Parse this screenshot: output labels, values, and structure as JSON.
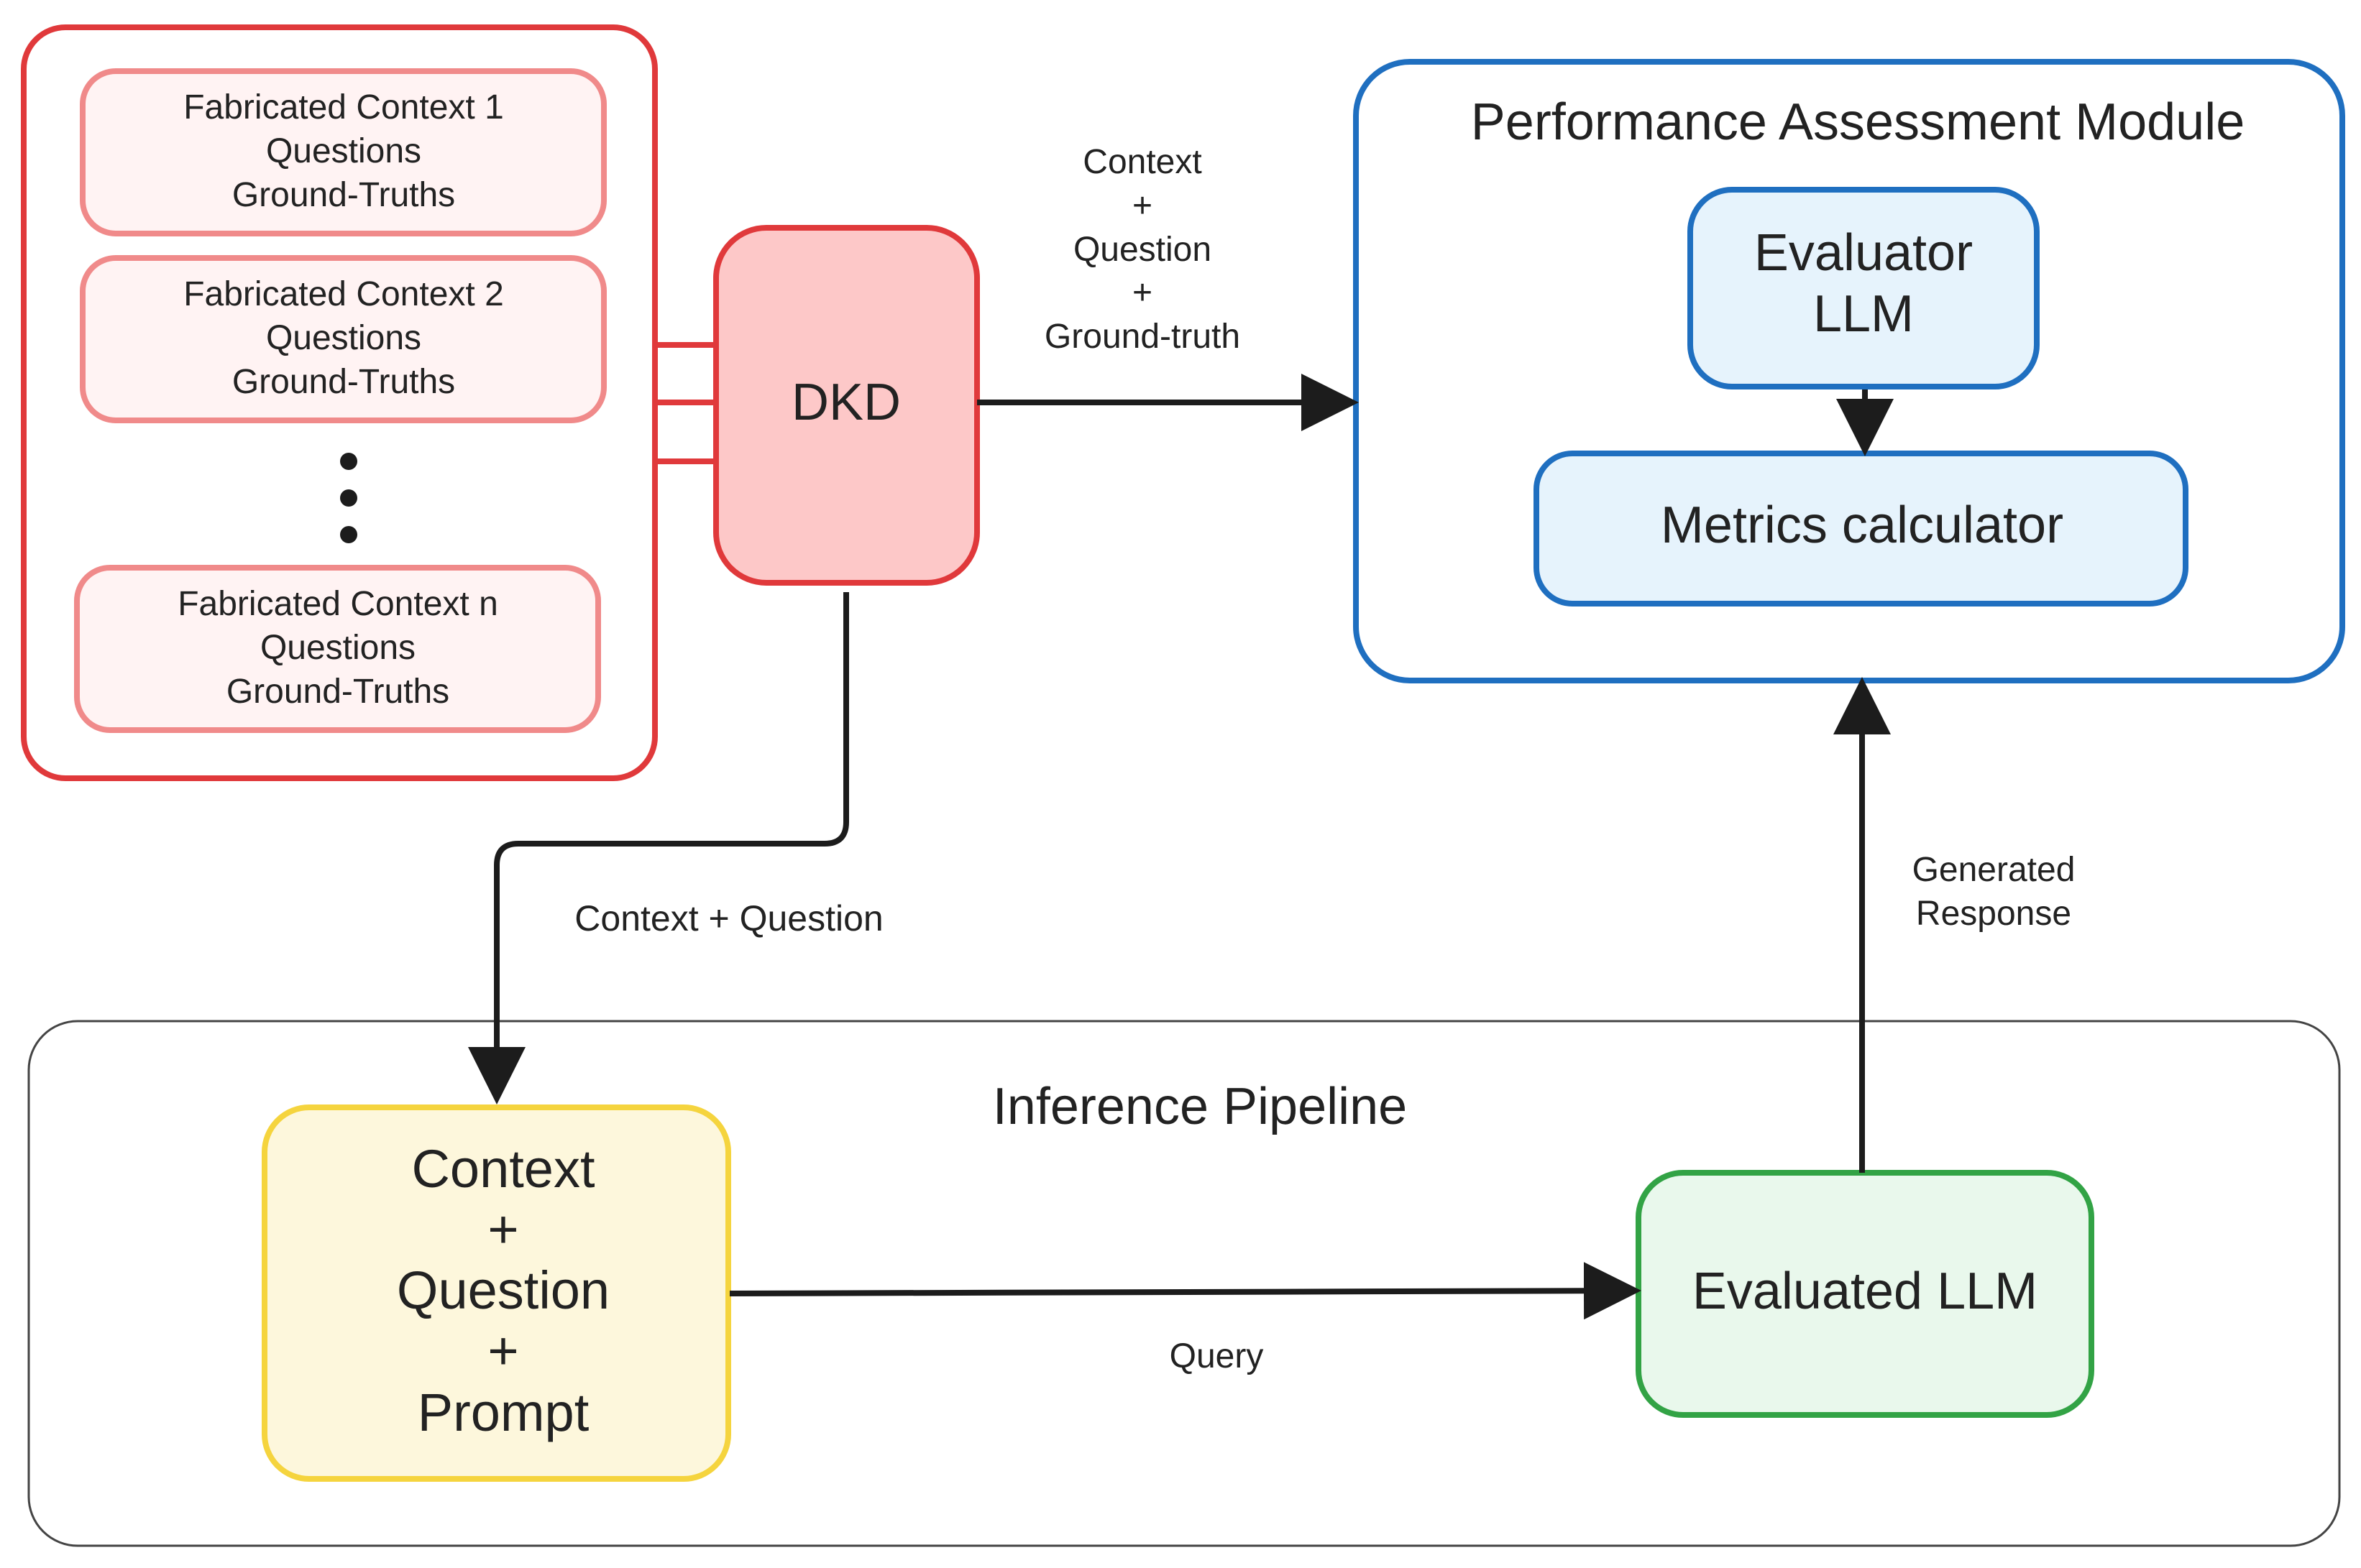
{
  "colors": {
    "red_border": "#e0393b",
    "pink_border": "#f08a8a",
    "pink_fill": "#fff3f3",
    "dkd_fill": "#fdc8c8",
    "blue_border": "#1f6fc0",
    "blue_fill": "#e6f3fc",
    "yellow_border": "#f5d43e",
    "yellow_fill": "#fdf7dc",
    "green_border": "#32a345",
    "green_fill": "#e9f8ec",
    "gray_border": "#444444",
    "arrow": "#1c1c1c",
    "text": "#222222"
  },
  "dataset": {
    "contexts": [
      {
        "lines": [
          "Fabricated Context 1",
          "Questions",
          "Ground-Truths"
        ]
      },
      {
        "lines": [
          "Fabricated Context 2",
          "Questions",
          "Ground-Truths"
        ]
      },
      {
        "lines": [
          "Fabricated Context n",
          "Questions",
          "Ground-Truths"
        ]
      }
    ]
  },
  "dkd": {
    "label": "DKD"
  },
  "performance": {
    "title": "Performance Assessment Module",
    "evaluator_lines": [
      "Evaluator",
      "LLM"
    ],
    "metrics_label": "Metrics calculator"
  },
  "pipeline": {
    "title": "Inference Pipeline",
    "prompt_lines": [
      "Context",
      "+",
      "Question",
      "+",
      "Prompt"
    ],
    "evaluated_llm_label": "Evaluated LLM"
  },
  "edges": {
    "dkd_to_assessment_lines": [
      "Context",
      "+",
      "Question",
      "+",
      "Ground-truth"
    ],
    "dkd_to_pipeline": "Context + Question",
    "generated_response_lines": [
      "Generated",
      "Response"
    ],
    "query": "Query"
  }
}
